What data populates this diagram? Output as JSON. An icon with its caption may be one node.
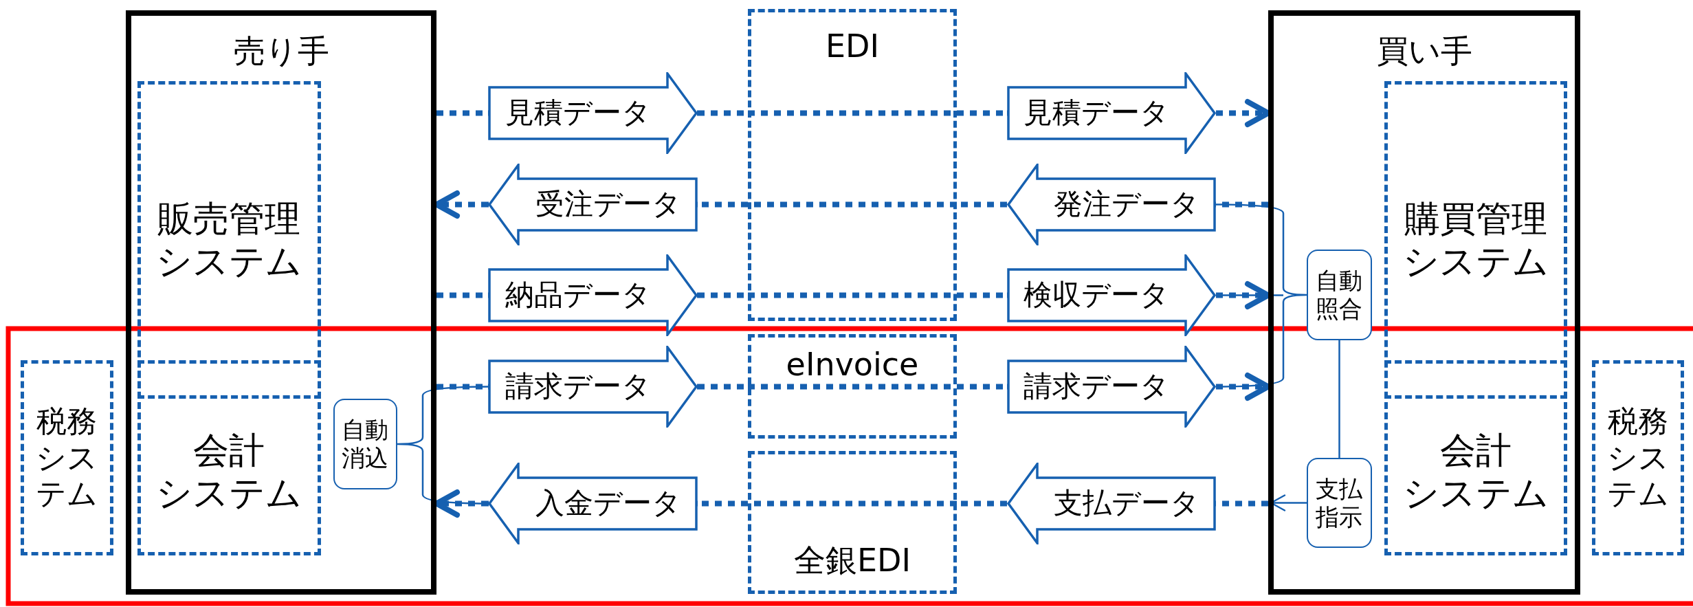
{
  "diagram": {
    "nodes": [
      {
        "text": [
          "売り手"
        ]
      },
      {
        "text": [
          "販売管理システム"
        ],
        "in": 0
      },
      {
        "text": [
          "会計システム"
        ],
        "in": 0
      },
      {
        "text": [
          "自動消込"
        ],
        "in": 0
      },
      {
        "text": [
          "税務システム"
        ]
      },
      {
        "text": [
          "EDI"
        ]
      },
      {
        "text": [
          "eInvoice"
        ]
      },
      {
        "text": [
          "全銀EDI"
        ]
      },
      {
        "text": [
          "見積データ"
        ]
      },
      {
        "text": [
          "見積データ"
        ]
      },
      {
        "text": [
          "受注データ"
        ]
      },
      {
        "text": [
          "発注データ"
        ]
      },
      {
        "text": [
          "納品データ"
        ]
      },
      {
        "text": [
          "検収データ"
        ]
      },
      {
        "text": [
          "請求データ"
        ]
      },
      {
        "text": [
          "請求データ"
        ]
      },
      {
        "text": [
          "入金データ"
        ]
      },
      {
        "text": [
          "支払データ"
        ]
      },
      {
        "text": [
          "買い手"
        ]
      },
      {
        "text": [
          "購買管理システム"
        ],
        "in": 18
      },
      {
        "text": [
          "会計システム"
        ],
        "in": 18
      },
      {
        "text": [
          "自動照合"
        ],
        "in": 18
      },
      {
        "text": [
          "支払指示"
        ],
        "in": 18
      },
      {
        "text": [
          "税務システム"
        ]
      }
    ],
    "edges": [
      {
        "from": 0,
        "to": 8,
        "arrow": "none",
        "style": "dashed"
      },
      {
        "from": 8,
        "to": 5,
        "arrow": "none",
        "style": "dashed"
      },
      {
        "from": 5,
        "to": 9,
        "arrow": "none",
        "style": "dashed"
      },
      {
        "from": 9,
        "to": 18,
        "arrow": "to",
        "style": "dashed"
      },
      {
        "from": 18,
        "to": 11,
        "arrow": "none",
        "style": "dashed"
      },
      {
        "from": 11,
        "to": 5,
        "arrow": "none",
        "style": "dashed"
      },
      {
        "from": 5,
        "to": 10,
        "arrow": "none",
        "style": "dashed"
      },
      {
        "from": 10,
        "to": 0,
        "arrow": "to",
        "style": "dashed"
      },
      {
        "from": 0,
        "to": 12,
        "arrow": "none",
        "style": "dashed"
      },
      {
        "from": 12,
        "to": 5,
        "arrow": "none",
        "style": "dashed"
      },
      {
        "from": 5,
        "to": 13,
        "arrow": "none",
        "style": "dashed"
      },
      {
        "from": 13,
        "to": 18,
        "arrow": "to",
        "style": "dashed"
      },
      {
        "from": 0,
        "to": 14,
        "arrow": "none",
        "style": "dashed"
      },
      {
        "from": 14,
        "to": 6,
        "arrow": "none",
        "style": "dashed"
      },
      {
        "from": 6,
        "to": 15,
        "arrow": "none",
        "style": "dashed"
      },
      {
        "from": 15,
        "to": 18,
        "arrow": "to",
        "style": "dashed"
      },
      {
        "from": 18,
        "to": 17,
        "arrow": "none",
        "style": "dashed"
      },
      {
        "from": 17,
        "to": 7,
        "arrow": "none",
        "style": "dashed"
      },
      {
        "from": 7,
        "to": 16,
        "arrow": "none",
        "style": "dashed"
      },
      {
        "from": 16,
        "to": 0,
        "arrow": "to",
        "style": "dashed"
      },
      {
        "from": 21,
        "to": 22,
        "arrow": "none"
      },
      {
        "from": 22,
        "to": 18,
        "arrow": "to"
      },
      {
        "from": 3,
        "to": 14,
        "arrow": "none"
      },
      {
        "from": 3,
        "to": 16,
        "arrow": "none"
      },
      {
        "from": 21,
        "to": 11,
        "arrow": "none"
      },
      {
        "from": 21,
        "to": 13,
        "arrow": "none"
      },
      {
        "from": 21,
        "to": 15,
        "arrow": "none"
      }
    ]
  }
}
